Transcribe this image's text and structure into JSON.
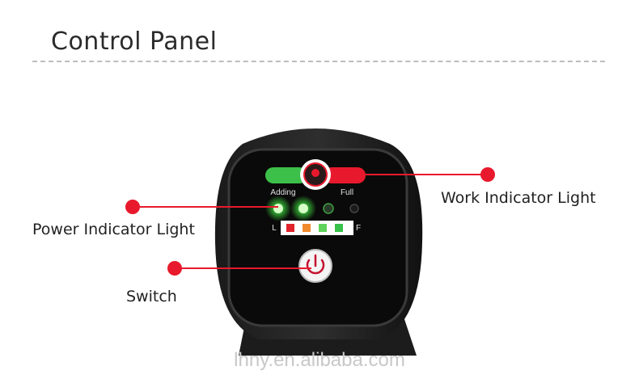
{
  "header": {
    "title": "Control Panel"
  },
  "device": {
    "bar_left_label": "Adding",
    "bar_right_label": "Full",
    "level_left_label": "L",
    "level_right_label": "F",
    "level_colors": [
      "#e0232b",
      "#f08a2c",
      "#5fd35a",
      "#36c24a"
    ],
    "accent_red": "#e8192c",
    "indicator_green": "#3fdc3f"
  },
  "callouts": {
    "work_indicator": "Work Indicator Light",
    "power_indicator": "Power Indicator Light",
    "switch": "Switch"
  },
  "watermark": "lhny.en.alibaba.com"
}
